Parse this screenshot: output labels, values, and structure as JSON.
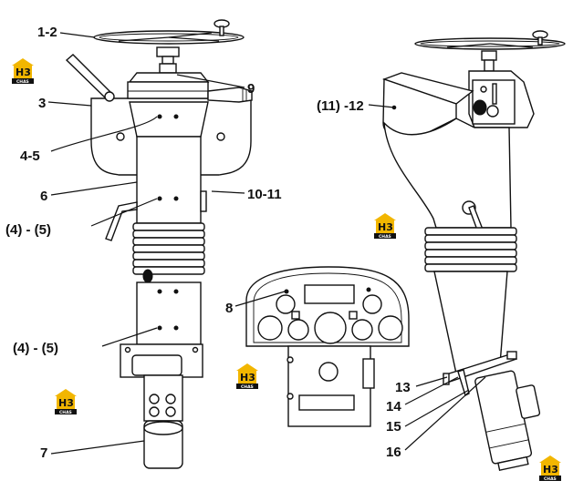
{
  "labels": {
    "l1_2": "1-2",
    "l3": "3",
    "l4_5": "4-5",
    "l6": "6",
    "l4_5_upper": "(4) - (5)",
    "l4_5_lower": "(4) - (5)",
    "l7": "7",
    "l8": "8",
    "l9": "9",
    "l10_11": "10-11",
    "l11_12": "(11) -12",
    "l13": "13",
    "l14": "14",
    "l15": "15",
    "l16": "16"
  },
  "watermark": {
    "text": "CHAS",
    "mark": "H3"
  }
}
